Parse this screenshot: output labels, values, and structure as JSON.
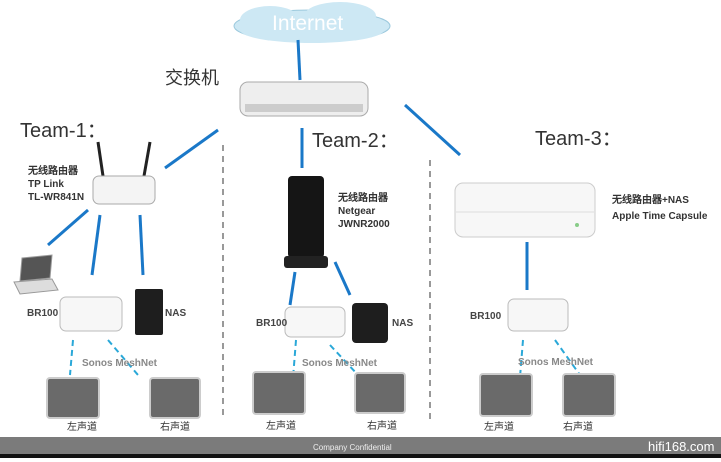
{
  "internet": "Internet",
  "switch_label": "交换机",
  "teams": [
    {
      "title": "Team-1：",
      "router_lines": [
        "无线路由器",
        "TP Link",
        "TL-WR841N"
      ],
      "br": "BR100",
      "nas": "NAS",
      "mesh": "Sonos MeshNet",
      "left": "左声道",
      "right": "右声道"
    },
    {
      "title": "Team-2：",
      "router_lines": [
        "无线路由器",
        "Netgear",
        "JWNR2000"
      ],
      "br": "BR100",
      "nas": "NAS",
      "mesh": "Sonos MeshNet",
      "left": "左声道",
      "right": "右声道"
    },
    {
      "title": "Team-3：",
      "router_lines": [
        "无线路由器+NAS",
        "Apple Time Capsule"
      ],
      "br": "BR100",
      "mesh": "Sonos MeshNet",
      "left": "左声道",
      "right": "右声道"
    }
  ],
  "footer": "Company Confidential",
  "watermark": "hifi168.com",
  "colors": {
    "cable": "#1a78c8",
    "mesh_link": "#2aa8d8",
    "cloud": "#cde8f4",
    "footer": "#7b7b7b"
  }
}
